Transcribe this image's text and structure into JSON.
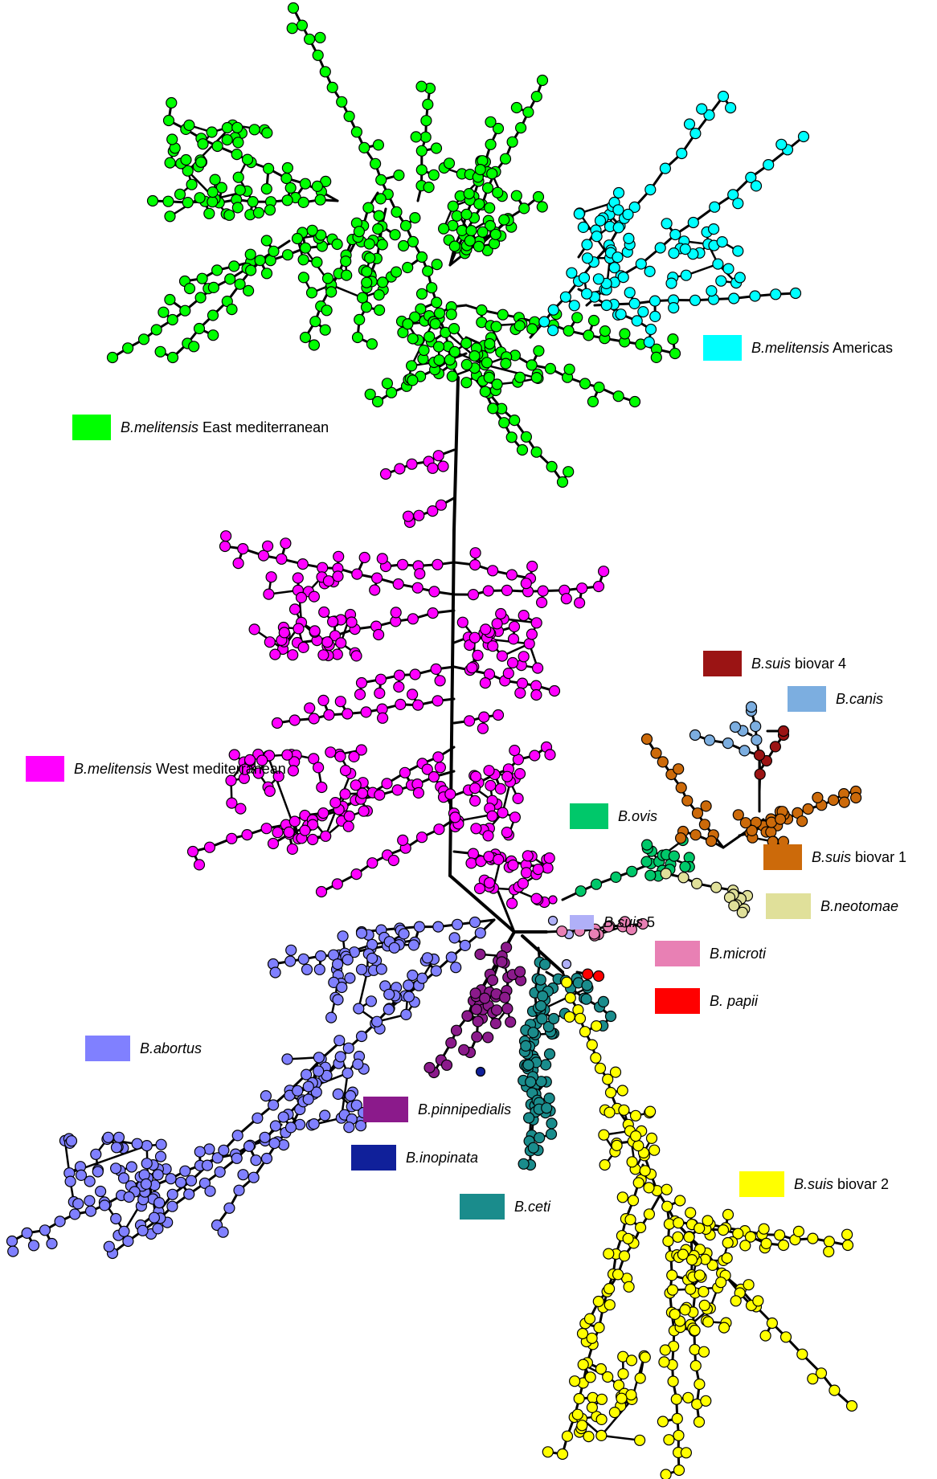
{
  "figure": {
    "clusters": [
      {
        "id": "mel-east",
        "species": "B.melitensis",
        "suffix": " East mediterranean",
        "color": "#00FF00"
      },
      {
        "id": "mel-americas",
        "species": "B.melitensis",
        "suffix": " Americas",
        "color": "#00FFFF"
      },
      {
        "id": "mel-west",
        "species": "B.melitensis",
        "suffix": " West mediterranean",
        "color": "#FF00FF"
      },
      {
        "id": "suis-bv4",
        "species": "B.suis",
        "suffix": " biovar 4",
        "color": "#9B1414"
      },
      {
        "id": "canis",
        "species": "B.canis",
        "suffix": "",
        "color": "#7CAEE0"
      },
      {
        "id": "ovis",
        "species": "B.ovis",
        "suffix": "",
        "color": "#00C86A"
      },
      {
        "id": "suis-bv1",
        "species": "B.suis",
        "suffix": " biovar 1",
        "color": "#CC6A0A"
      },
      {
        "id": "suis5",
        "species": "B.suis",
        "suffix": " 5",
        "color": "#B0B0F8"
      },
      {
        "id": "neotomae",
        "species": "B.neotomae",
        "suffix": "",
        "color": "#E0E09A"
      },
      {
        "id": "microti",
        "species": "B.microti",
        "suffix": "",
        "color": "#E880B4"
      },
      {
        "id": "papii",
        "species": "B. papii",
        "suffix": "",
        "color": "#FF0000"
      },
      {
        "id": "abortus",
        "species": "B.abortus",
        "suffix": "",
        "color": "#8080FF"
      },
      {
        "id": "pinnipedialis",
        "species": "B.pinnipedialis",
        "suffix": "",
        "color": "#8B1A8B"
      },
      {
        "id": "inopinata",
        "species": "B.inopinata",
        "suffix": "",
        "color": "#10209A"
      },
      {
        "id": "ceti",
        "species": "B.ceti",
        "suffix": "",
        "color": "#1A8C8C"
      },
      {
        "id": "suis-bv2",
        "species": "B.suis",
        "suffix": " biovar 2",
        "color": "#FFFF00"
      }
    ]
  }
}
